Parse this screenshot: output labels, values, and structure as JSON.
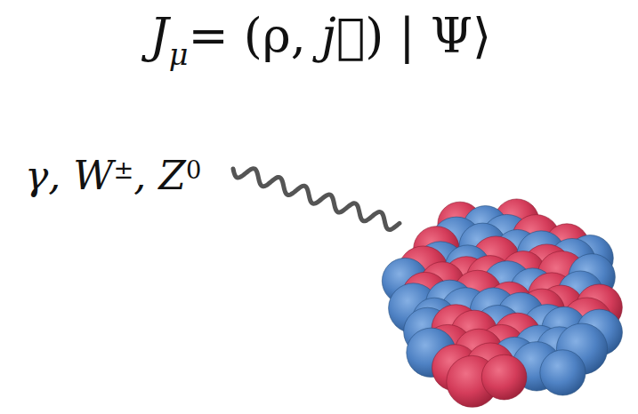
{
  "diagram": {
    "labels": [
      "J",
      "μ",
      "= (ρ, ",
      "j⃗",
      ") | Ψ⟩",
      "γ, W",
      "±",
      ", Z",
      "0"
    ]
  }
}
